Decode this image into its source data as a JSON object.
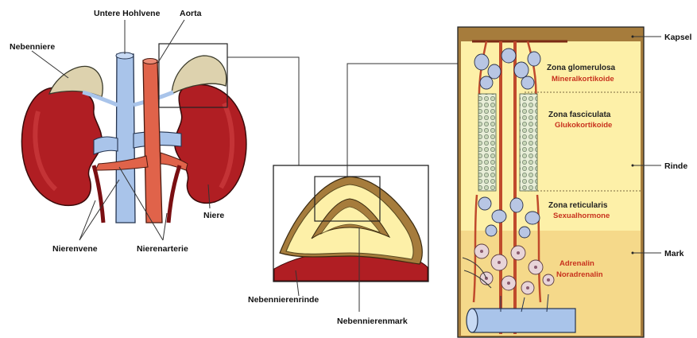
{
  "labels": {
    "vena_cava": "Untere Hohlvene",
    "aorta": "Aorta",
    "adrenal": "Nebenniere",
    "kidney": "Niere",
    "renal_vein": "Nierenvene",
    "renal_artery": "Nierenarterie",
    "cortex": "Nebennierenrinde",
    "medulla": "Nebennierenmark",
    "capsule": "Kapsel",
    "rinde": "Rinde",
    "mark": "Mark"
  },
  "zones": [
    {
      "name": "Zona glomerulosa",
      "hormone": "Mineralkortikoide"
    },
    {
      "name": "Zona fasciculata",
      "hormone": "Glukokortikoide"
    },
    {
      "name": "Zona reticularis",
      "hormone": "Sexualhormone"
    }
  ],
  "medulla_hormones": [
    "Adrenalin",
    "Noradrenalin"
  ],
  "colors": {
    "kidney": "#b01e23",
    "vein": "#a9c4ea",
    "artery": "#e0634a",
    "adrenal": "#ddd2ae",
    "cortex": "#fdf0a8",
    "medulla_zone": "#f5d98a",
    "capsule": "#a67c3c"
  }
}
